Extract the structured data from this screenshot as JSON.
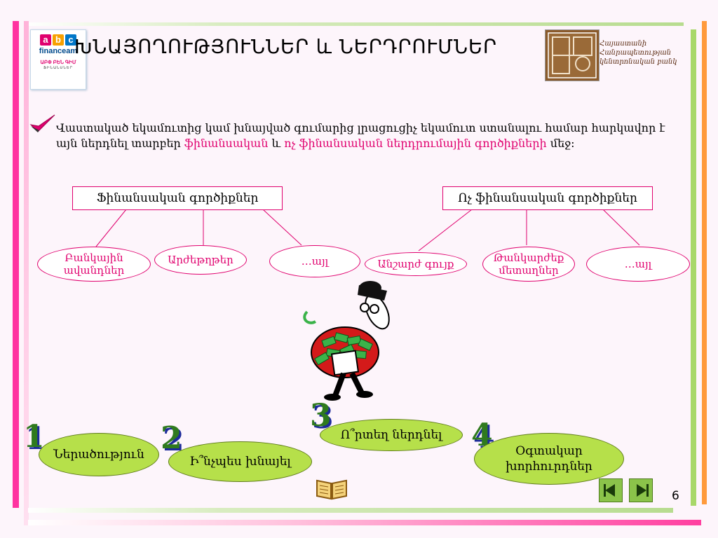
{
  "title": "ԽՆԱՅՈՂՈՒԹՅՈՒՆՆԵՐ և ՆԵՐԴՐՈՒՄՆԵՐ",
  "logo_left": {
    "abc_letters": [
      "a",
      "b",
      "c"
    ],
    "brand": "financeam",
    "tagline": "ԱԲՓ ԲԵՆ ԳԻՄ",
    "tagline2": "ՖԻՆԱՆՍՆԵՐ"
  },
  "logo_right": {
    "lines": [
      "Հայաստանի",
      "Հանրապետության",
      "կենտրոնական բանկ"
    ]
  },
  "intro": {
    "part1": "Վաստակած եկամուտից կամ  խնայված գումարից լրացուցիչ եկամուտ ստանալու համար հարկավոր է այն ներդնել տարբեր ",
    "hl1": "ֆինանսական",
    "part2": " և ",
    "hl2": "ոչ ֆինանսական ներդրումային գործիքների",
    "part3": " մեջ:"
  },
  "financial": {
    "label": "Ֆինանսական գործիքներ",
    "items": [
      "Բանկային ավանդներ",
      "Արժեթղթեր",
      "…այլ"
    ]
  },
  "nonfinancial": {
    "label": "Ոչ ֆինանսական գործիքներ",
    "items": [
      "Անշարժ գույք",
      "Թանկարժեք մետաղներ",
      "…այլ"
    ]
  },
  "nav_topics": [
    {
      "num": "1",
      "label": "Ներածություն"
    },
    {
      "num": "2",
      "label": "Ի՞նչպես խնայել"
    },
    {
      "num": "3",
      "label": "Ո՞րտեղ ներդնել"
    },
    {
      "num": "4",
      "label": "Օգտակար խորհուրդներ"
    }
  ],
  "page_number": "6",
  "colors": {
    "accent": "#e0006e",
    "green": "#b6e04a",
    "brown": "#8b5a2b"
  },
  "icons": [
    "checkmark-icon",
    "book-icon",
    "prev-arrow-icon",
    "next-arrow-icon"
  ]
}
